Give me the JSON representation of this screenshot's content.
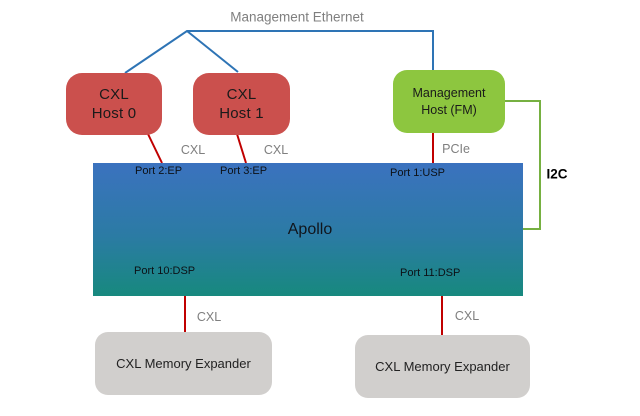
{
  "diagram": {
    "title": "Management Ethernet",
    "nodes": {
      "cxl_host_0": {
        "line1": "CXL",
        "line2": "Host 0"
      },
      "cxl_host_1": {
        "line1": "CXL",
        "line2": "Host 1"
      },
      "management_host": {
        "line1": "Management",
        "line2": "Host (FM)"
      },
      "apollo": {
        "label": "Apollo",
        "ports": {
          "port2": "Port 2:EP",
          "port3": "Port 3:EP",
          "port1": "Port 1:USP",
          "port10": "Port 10:DSP",
          "port11": "Port 11:DSP"
        }
      },
      "memory_expander_left": {
        "label": "CXL Memory Expander"
      },
      "memory_expander_right": {
        "label": "CXL Memory Expander"
      }
    },
    "link_labels": {
      "host0_link": "CXL",
      "host1_link": "CXL",
      "fm_link": "PCIe",
      "i2c_link": "I2C",
      "mem_left_link": "CXL",
      "mem_right_link": "CXL"
    },
    "colors": {
      "host_red": "#cb504d",
      "management_green": "#8dc63f",
      "apollo_gradient_top": "#3b72bf",
      "apollo_gradient_bottom": "#17897e",
      "memory_gray": "#d1cfcd",
      "ethernet_line_blue": "#2e74b5",
      "cxl_line_red": "#c00000",
      "i2c_line_green": "#76b041",
      "muted_label_gray": "#7f7f7f"
    }
  }
}
